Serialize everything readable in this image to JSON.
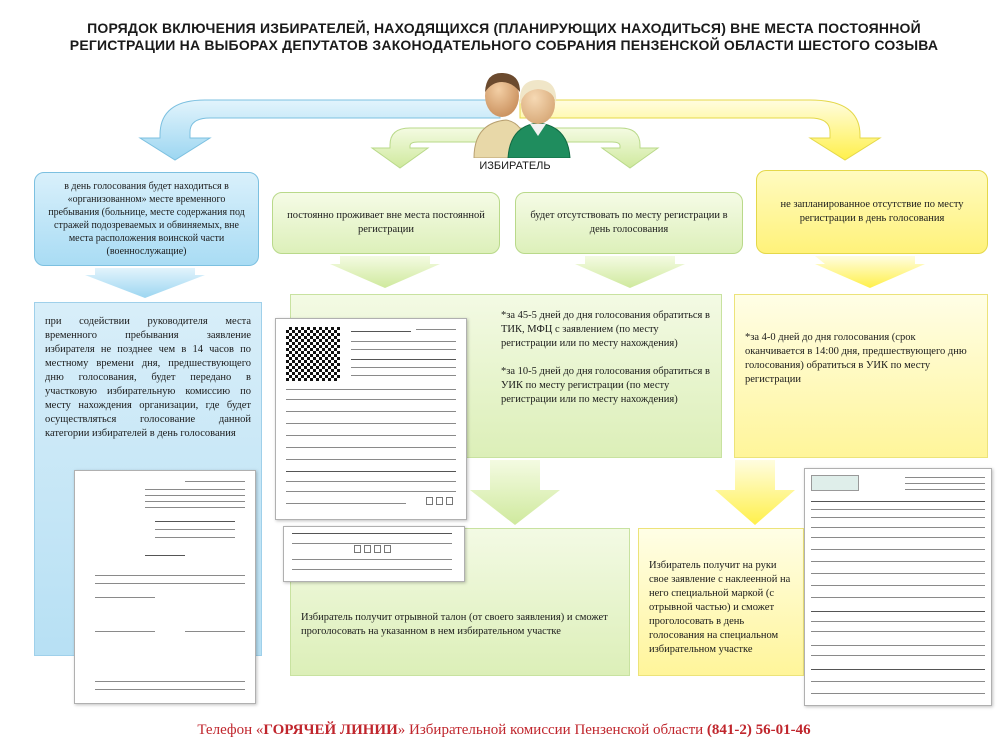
{
  "title_line1": "ПОРЯДОК ВКЛЮЧЕНИЯ ИЗБИРАТЕЛЕЙ, НАХОДЯЩИХСЯ (ПЛАНИРУЮЩИХ НАХОДИТЬСЯ) ВНЕ МЕСТА ПОСТОЯННОЙ",
  "title_line2": "РЕГИСТРАЦИИ НА ВЫБОРАХ ДЕПУТАТОВ ЗАКОНОДАТЕЛЬНОГО СОБРАНИЯ ПЕНЗЕНСКОЙ ОБЛАСТИ ШЕСТОГО СОЗЫВА",
  "voter_label": "ИЗБИРАТЕЛЬ",
  "colors": {
    "blue": "#a9dcf4",
    "green": "#ddf0ba",
    "yellow": "#fff27a",
    "footer_red": "#c0262d"
  },
  "icons": [
    "voters-people-icon"
  ],
  "branches": {
    "organized_place": "в день голосования будет находиться в «организованном» месте временного пребывания (больнице, месте содержания под стражей подозреваемых и обвиняемых, вне места расположения воинской части (военнослужащие)",
    "lives_elsewhere": "постоянно проживает вне места постоянной регистрации",
    "will_be_absent": "будет отсутствовать по месту регистрации в день голосования",
    "unplanned_absence": "не запланированное отсутствие по месту регистрации в день голосования"
  },
  "procedures": {
    "organized_place": "при содействии руководителя места временного пребывания заявление избирателя не позднее чем в 14 часов по местному времени дня, предшествующего дню голосования, будет передано в участковую избирательную комиссию по месту нахождения организации, где будет осуществляться голосование данной категории избирателей в день голосования",
    "green_1": "*за 45-5 дней до дня голосования обратиться в ТИК, МФЦ с заявлением (по месту регистрации или по месту нахождения)",
    "green_2": "*за 10-5 дней до дня голосования обратиться в УИК по месту регистрации (по месту регистрации или по месту нахождения)",
    "yellow": "*за 4-0 дней до дня голосования (срок оканчивается в 14:00 дня, предшествующего дню голосования) обратиться в УИК по месту регистрации"
  },
  "results": {
    "green": "Избиратель получит отрывной талон (от своего заявления) и сможет проголосовать на указанном в нем избирательном участке",
    "yellow": "Избиратель получит на руки свое заявление с наклеенной на него специальной маркой (с отрывной частью) и сможет проголосовать в день голосования на специальном избирательном участке"
  },
  "footer": {
    "prefix": "Телефон «",
    "hotline": "ГОРЯЧЕЙ ЛИНИИ",
    "middle": "» Избирательной комиссии Пензенской области ",
    "phone": "(841-2) 56-01-46"
  }
}
